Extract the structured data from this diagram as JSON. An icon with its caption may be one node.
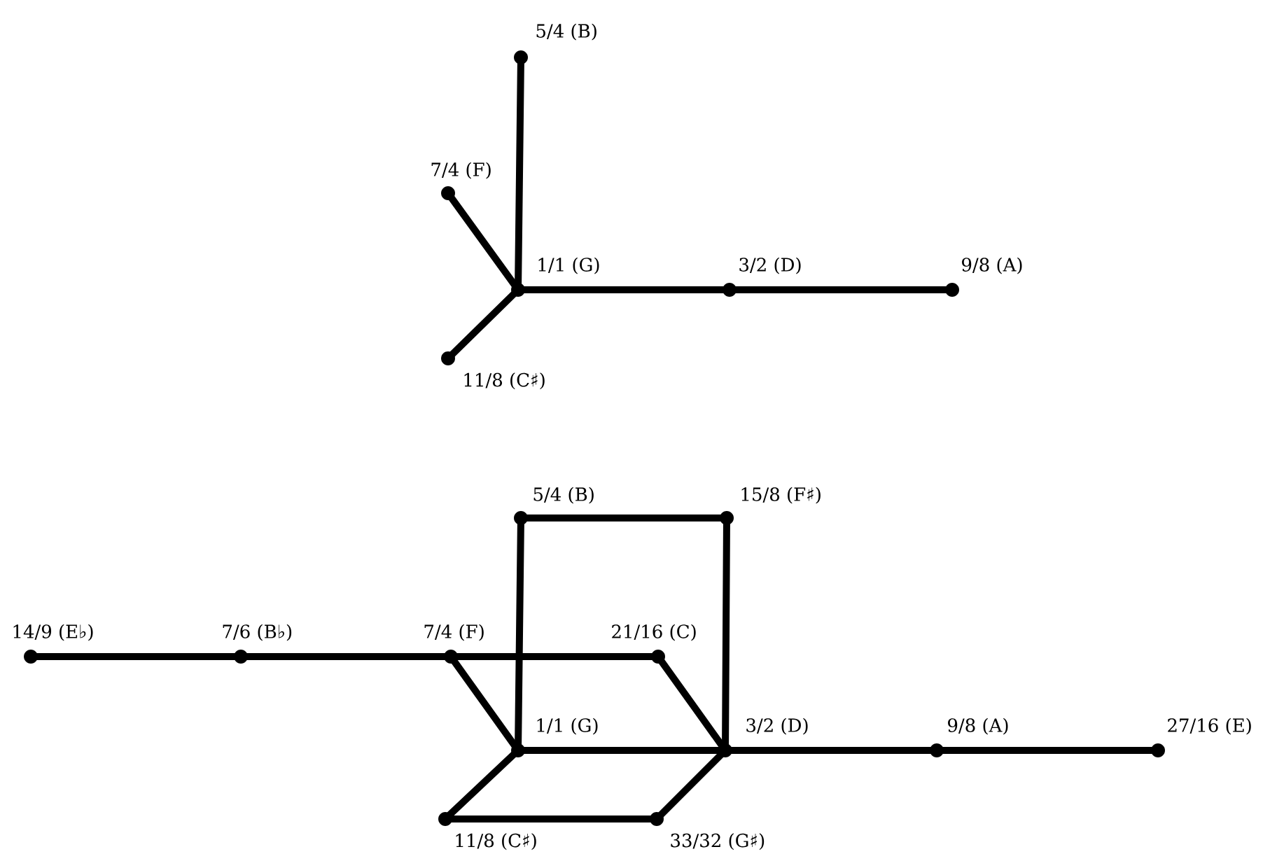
{
  "diagram": {
    "nodes": [
      {
        "text": [
          "5/4 (B)"
        ]
      },
      {
        "text": [
          "7/4 (F)"
        ]
      },
      {
        "text": [
          "1/1 (G)"
        ]
      },
      {
        "text": [
          "3/2 (D)"
        ]
      },
      {
        "text": [
          "9/8 (A)"
        ]
      },
      {
        "text": [
          "11/8 (C♯)"
        ]
      },
      {
        "text": [
          "5/4 (B)"
        ]
      },
      {
        "text": [
          "15/8 (F♯)"
        ]
      },
      {
        "text": [
          "14/9 (E♭)"
        ]
      },
      {
        "text": [
          "7/6 (B♭)"
        ]
      },
      {
        "text": [
          "7/4 (F)"
        ]
      },
      {
        "text": [
          "21/16 (C)"
        ]
      },
      {
        "text": [
          "1/1 (G)"
        ]
      },
      {
        "text": [
          "3/2 (D)"
        ]
      },
      {
        "text": [
          "9/8 (A)"
        ]
      },
      {
        "text": [
          "27/16 (E)"
        ]
      },
      {
        "text": [
          "11/8 (C♯)"
        ]
      },
      {
        "text": [
          "33/32 (G♯)"
        ]
      }
    ],
    "edges": [
      {
        "from": 2,
        "to": 0,
        "arrow": "none"
      },
      {
        "from": 2,
        "to": 1,
        "arrow": "none"
      },
      {
        "from": 2,
        "to": 5,
        "arrow": "none"
      },
      {
        "from": 2,
        "to": 3,
        "arrow": "none"
      },
      {
        "from": 3,
        "to": 4,
        "arrow": "none"
      },
      {
        "from": 12,
        "to": 6,
        "arrow": "none"
      },
      {
        "from": 6,
        "to": 7,
        "arrow": "none"
      },
      {
        "from": 7,
        "to": 13,
        "arrow": "none"
      },
      {
        "from": 8,
        "to": 9,
        "arrow": "none"
      },
      {
        "from": 9,
        "to": 10,
        "arrow": "none"
      },
      {
        "from": 10,
        "to": 11,
        "arrow": "none"
      },
      {
        "from": 10,
        "to": 12,
        "arrow": "none"
      },
      {
        "from": 11,
        "to": 13,
        "arrow": "none"
      },
      {
        "from": 12,
        "to": 13,
        "arrow": "none"
      },
      {
        "from": 13,
        "to": 14,
        "arrow": "none"
      },
      {
        "from": 14,
        "to": 15,
        "arrow": "none"
      },
      {
        "from": 12,
        "to": 16,
        "arrow": "none"
      },
      {
        "from": 16,
        "to": 17,
        "arrow": "none"
      },
      {
        "from": 17,
        "to": 13,
        "arrow": "none"
      }
    ]
  }
}
